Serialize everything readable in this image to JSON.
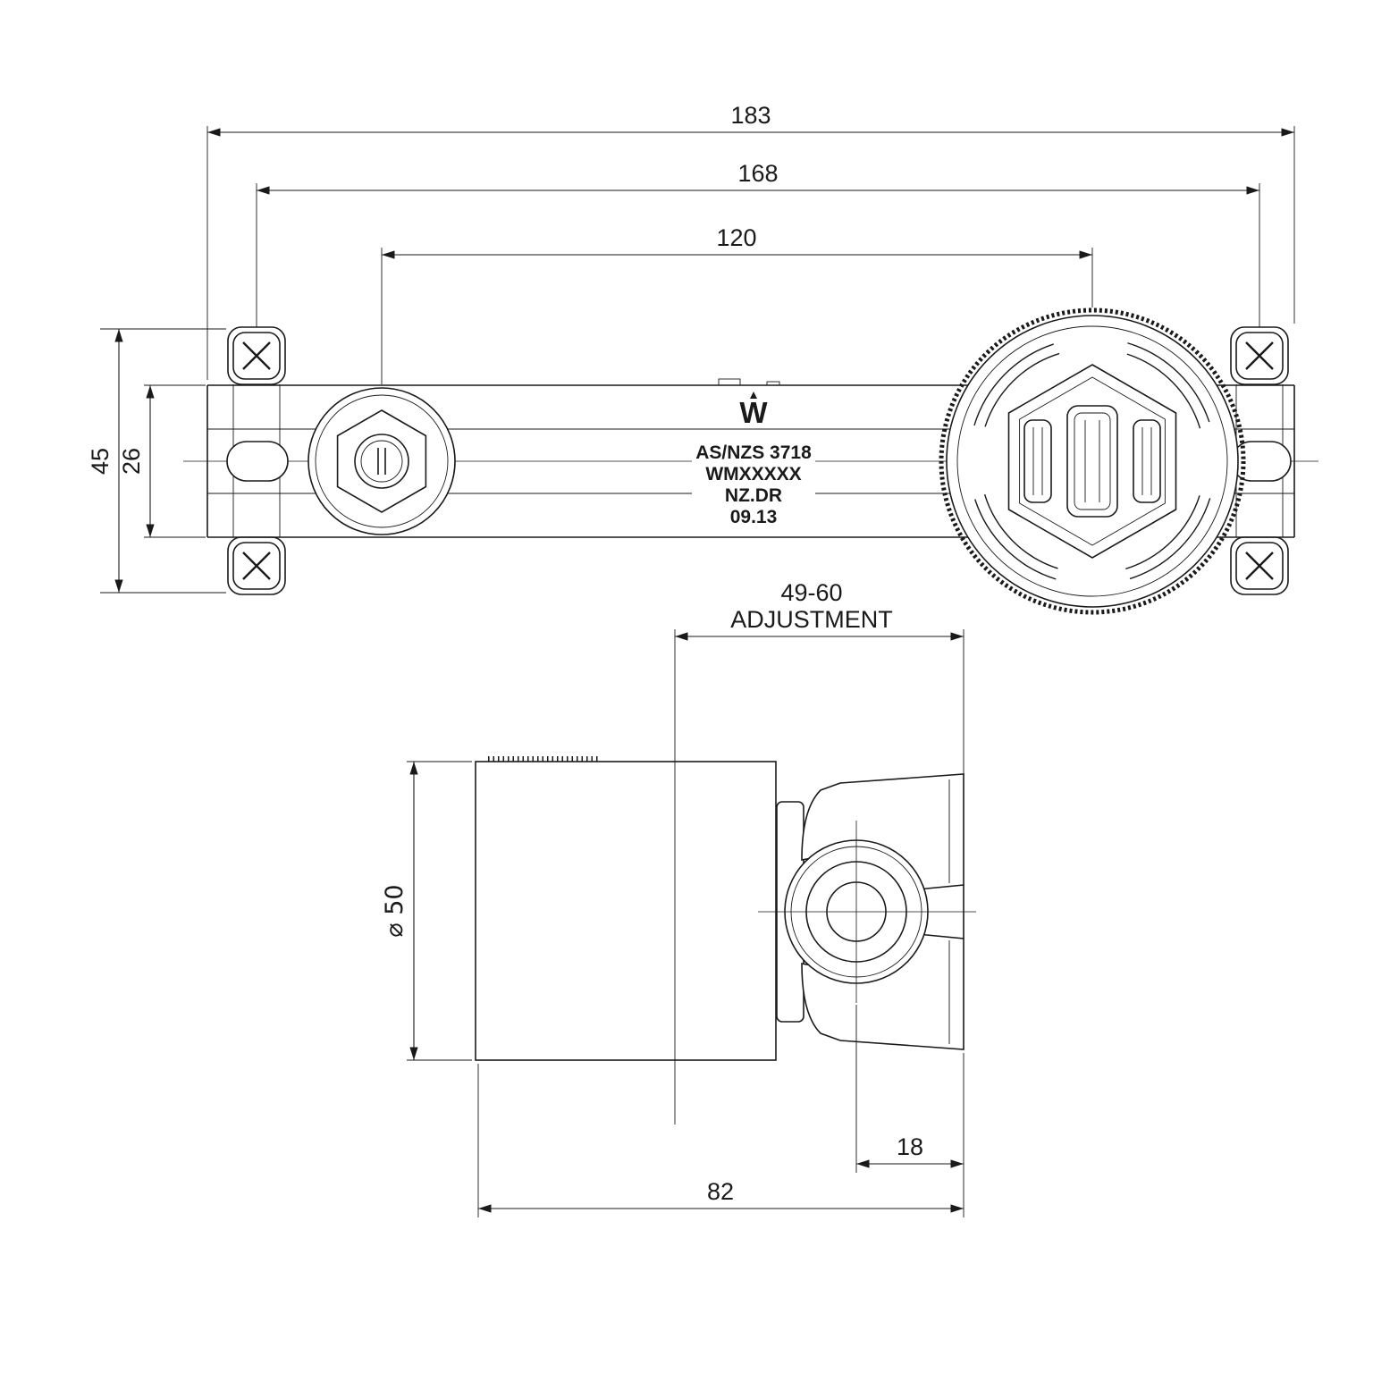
{
  "meta": {
    "drawing_type": "wall-mixer rough-in technical dimension drawing",
    "colors": {
      "line": "#1a1a1a",
      "background": "#ffffff"
    }
  },
  "top": {
    "dim183": "183",
    "dim168": "168",
    "dim120": "120",
    "dim45": "45",
    "dim26": "26",
    "markings": {
      "logo": "W",
      "line1": "AS/NZS 3718",
      "line2": "WMXXXXX",
      "line3": "NZ.DR",
      "line4": "09.13"
    }
  },
  "side": {
    "adjustment_value": "49-60",
    "adjustment_label": "ADJUSTMENT",
    "diameter": "⌀ 50",
    "dim18": "18",
    "dim82": "82"
  }
}
